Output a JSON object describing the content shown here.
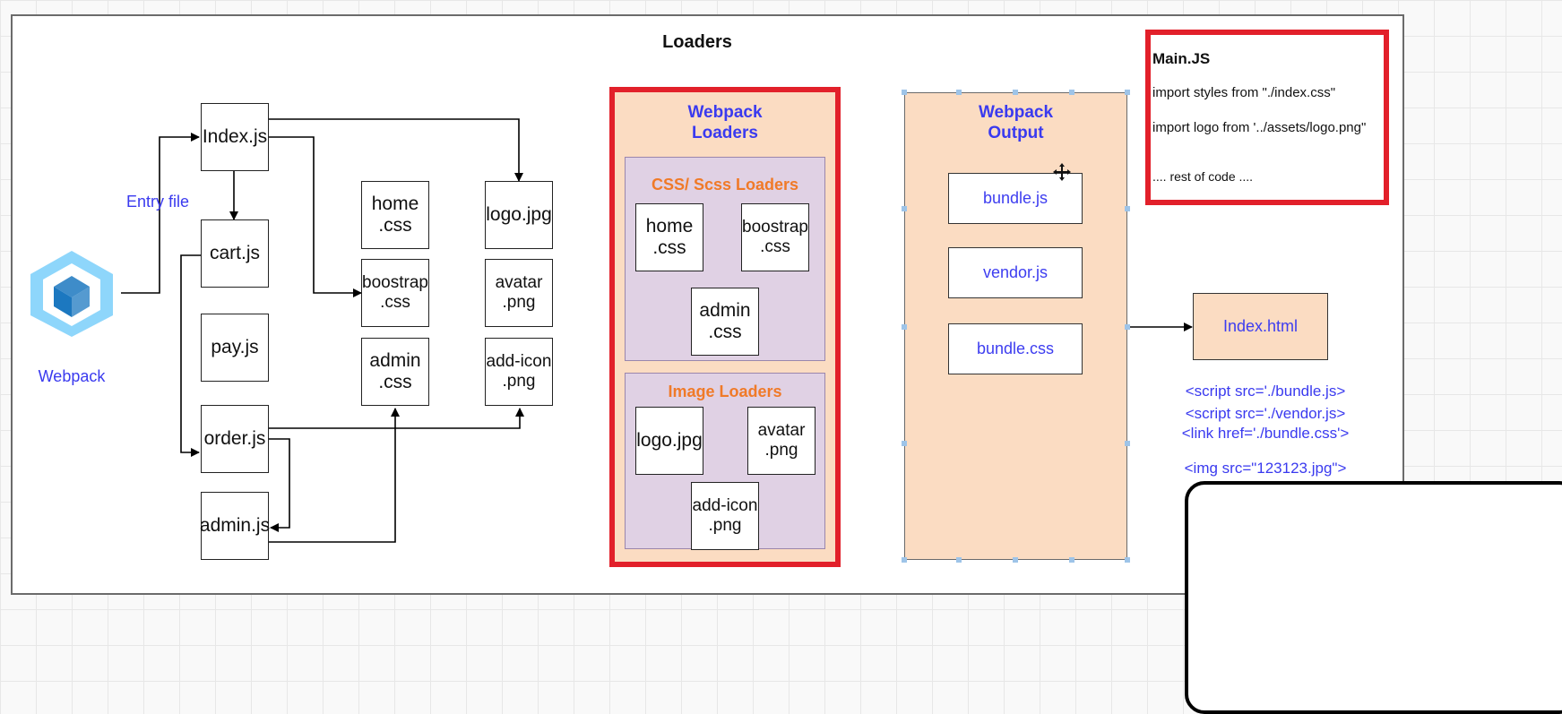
{
  "diagram": {
    "title": "Loaders",
    "webpack_label": "Webpack",
    "entry_label": "Entry file",
    "source_files": {
      "index": "Index.js",
      "cart": "cart.js",
      "pay": "pay.js",
      "order": "order.js",
      "admin": "admin.js"
    },
    "css_files": {
      "home": "home\n.css",
      "boostrap": "boostrap\n.css",
      "admin": "admin\n.css"
    },
    "image_files": {
      "logo": "logo.jpg",
      "avatar": "avatar\n.png",
      "add_icon": "add-icon\n.png"
    },
    "loaders_panel": {
      "title": "Webpack\nLoaders",
      "css_group": {
        "title": "CSS/ Scss Loaders",
        "home": "home\n.css",
        "boostrap": "boostrap\n.css",
        "admin": "admin\n.css"
      },
      "image_group": {
        "title": "Image Loaders",
        "logo": "logo.jpg",
        "avatar": "avatar\n.png",
        "add_icon": "add-icon\n.png"
      }
    },
    "output_panel": {
      "title": "Webpack\nOutput",
      "bundle_js": "bundle.js",
      "vendor_js": "vendor.js",
      "bundle_css": "bundle.css"
    },
    "index_html": {
      "label": "Index.html",
      "lines": [
        "<script src='./bundle.js>",
        "<script src='./vendor.js>",
        "<link href='./bundle.css'>",
        "",
        "<img src=\"123123.jpg\">"
      ]
    },
    "main_js": {
      "title": "Main.JS",
      "line1": "import styles from \"./index.css\"",
      "line2": "import logo from '../assets/logo.png\"",
      "line3": ".... rest of code ...."
    },
    "colors": {
      "highlight_red": "#e2202a",
      "label_blue": "#3a3aef",
      "loader_orange": "#f07a28",
      "peach_fill": "#fbdcc2",
      "purple_fill": "#e0d1e4",
      "webpack_logo_light": "#8ed6fb",
      "webpack_logo_dark": "#1c78c0"
    },
    "icons": [
      "webpack-logo-icon",
      "move-cursor-icon"
    ]
  }
}
